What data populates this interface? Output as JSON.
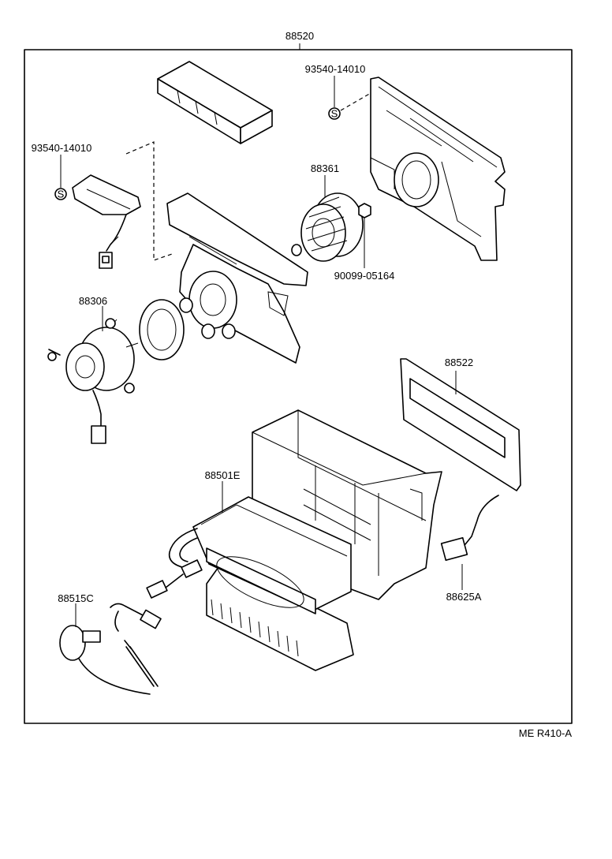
{
  "diagram": {
    "labels": {
      "assembly": "88520",
      "screw_right": "93540-14010",
      "screw_left": "93540-14010",
      "fan": "88361",
      "nut": "90099-05164",
      "motor": "88306",
      "cover": "88522",
      "evaporator": "88501E",
      "thermistor": "88515C",
      "sensor": "88625A",
      "screw_mark_right": "S",
      "screw_mark_left": "S",
      "figure_code": "ME  R410-A"
    }
  }
}
